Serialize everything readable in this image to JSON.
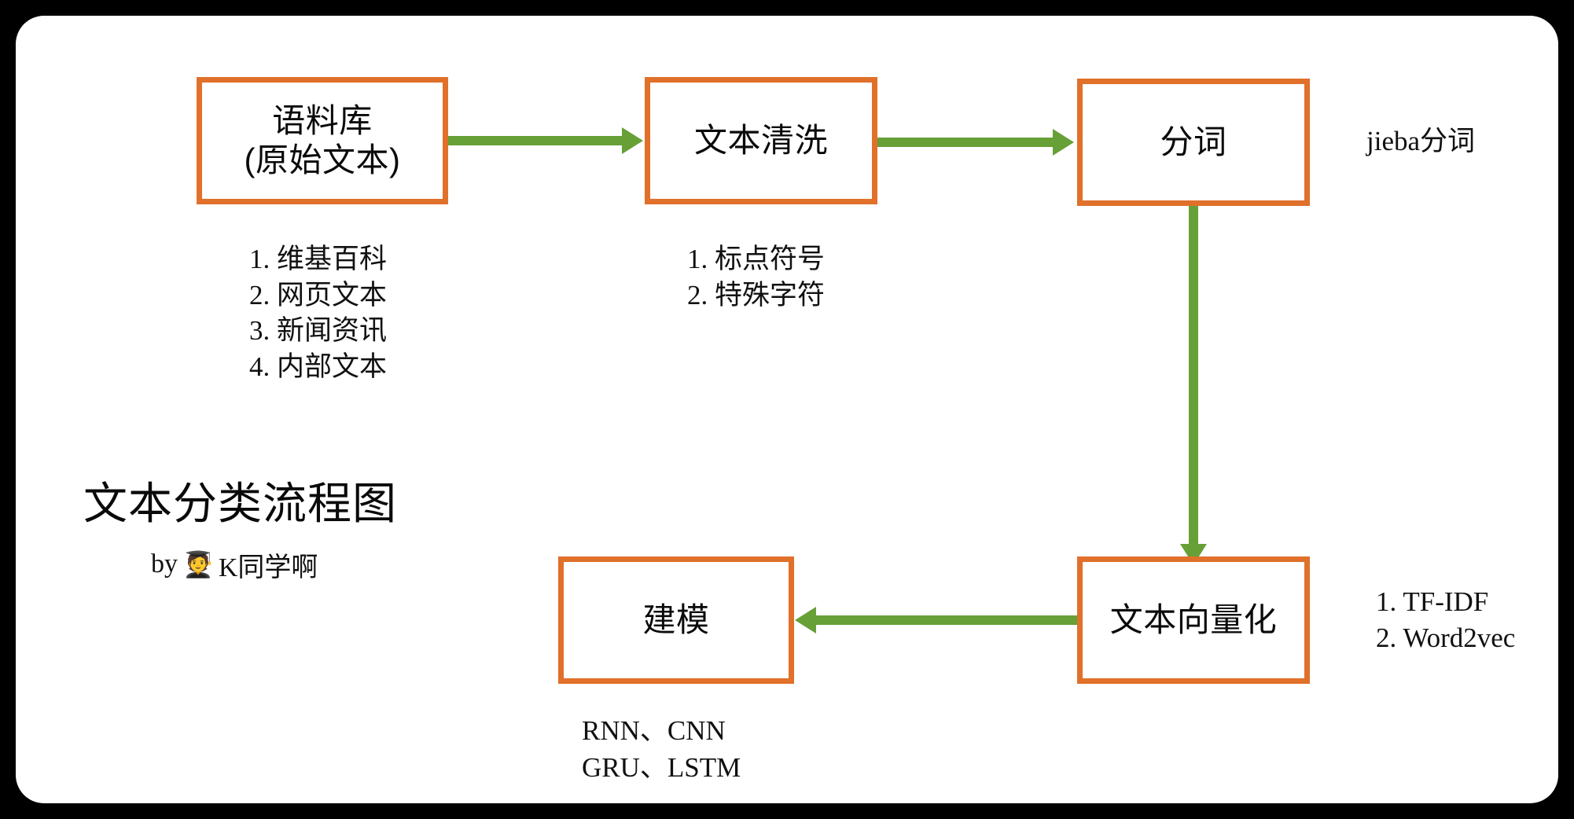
{
  "chart_data": {
    "type": "diagram",
    "title": "文本分类流程图",
    "byline_prefix": "by",
    "byline_emoji": "🧑‍🎓",
    "byline_author": "K同学啊",
    "colors": {
      "node_border": "#e0702a",
      "arrow": "#66a037",
      "card_background": "#ffffff",
      "page_background": "#000000",
      "text": "#0a0a0a"
    },
    "nodes": [
      {
        "id": "corpus",
        "label": "语料库\n(原始文本)"
      },
      {
        "id": "clean",
        "label": "文本清洗"
      },
      {
        "id": "segment",
        "label": "分词"
      },
      {
        "id": "vector",
        "label": "文本向量化"
      },
      {
        "id": "model",
        "label": "建模"
      }
    ],
    "edges": [
      {
        "from": "corpus",
        "to": "clean",
        "direction": "right"
      },
      {
        "from": "clean",
        "to": "segment",
        "direction": "right"
      },
      {
        "from": "segment",
        "to": "vector",
        "direction": "down"
      },
      {
        "from": "vector",
        "to": "model",
        "direction": "left"
      }
    ],
    "annotations": [
      {
        "for": "corpus",
        "text": "1. 维基百科\n2. 网页文本\n3. 新闻资讯\n4. 内部文本"
      },
      {
        "for": "clean",
        "text": "1. 标点符号\n2. 特殊字符"
      },
      {
        "for": "segment",
        "text": "jieba分词"
      },
      {
        "for": "vector",
        "text": "1. TF-IDF\n2. Word2vec"
      },
      {
        "for": "model",
        "text": "RNN、CNN\nGRU、LSTM"
      }
    ]
  }
}
